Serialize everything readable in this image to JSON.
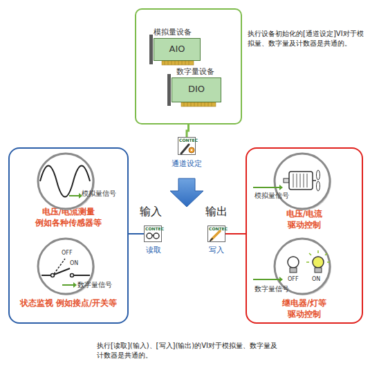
{
  "diagram": {
    "nodes": [
      {
        "text": [
          "模拟量设备",
          "数字量设备"
        ]
      },
      {
        "text": [
          "AIO"
        ],
        "in": 0
      },
      {
        "text": [
          "DIO"
        ],
        "in": 0
      },
      {
        "text": [
          "CONTEC",
          "通道设定"
        ]
      },
      {
        "text": [
          "电压/电流测量 例如各种传感器等",
          "状态监视 例如接点/开关等"
        ]
      },
      {
        "text": [
          "模拟量信号"
        ],
        "in": 4
      },
      {
        "text": [
          "OFF",
          "ON",
          "数字量信号"
        ],
        "in": 4
      },
      {
        "text": [
          "CONTEC",
          "读取"
        ]
      },
      {
        "text": [
          "CONTEC",
          "写入"
        ]
      },
      {
        "text": [
          "电压/电流 驱动控制",
          "继电器/灯等 驱动控制"
        ]
      },
      {
        "text": [
          "模拟量信号"
        ],
        "in": 9
      },
      {
        "text": [
          "OFF",
          "ON",
          "数字量信号"
        ],
        "in": 9
      }
    ],
    "edges": [
      {
        "from": 0,
        "to": 3,
        "arrow": "none"
      },
      {
        "from": 4,
        "to": 7,
        "arrow": "none"
      },
      {
        "from": 8,
        "to": 9,
        "arrow": "none"
      }
    ],
    "labels": [
      "执行设备初始化的[通道设定]VI对于模拟量、数字量及计数器是共通的。",
      "输入",
      "输出",
      "执行[读取](输入)、[写入](输出)的VI对于模拟量、数字量及计数器是共通的。"
    ]
  }
}
